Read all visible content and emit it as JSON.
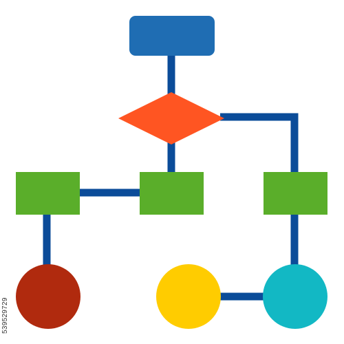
{
  "diagram": {
    "kind": "flowchart-icon",
    "colors": {
      "connector": "#0b4c99",
      "start_box": "#1f6db3",
      "decision": "#ff5522",
      "process_boxes": "#5aae2a",
      "end_left": "#b02a0e",
      "end_middle": "#ffcc00",
      "end_right": "#12b8c4",
      "background": "#ffffff"
    },
    "nodes": [
      {
        "id": "start",
        "shape": "rounded-rectangle",
        "color_key": "start_box"
      },
      {
        "id": "decision",
        "shape": "diamond",
        "color_key": "decision"
      },
      {
        "id": "process-left",
        "shape": "rectangle",
        "color_key": "process_boxes"
      },
      {
        "id": "process-center",
        "shape": "rectangle",
        "color_key": "process_boxes"
      },
      {
        "id": "process-right",
        "shape": "rectangle",
        "color_key": "process_boxes"
      },
      {
        "id": "end-left",
        "shape": "circle",
        "color_key": "end_left"
      },
      {
        "id": "end-middle",
        "shape": "circle",
        "color_key": "end_middle"
      },
      {
        "id": "end-right",
        "shape": "circle",
        "color_key": "end_right"
      }
    ],
    "edges": [
      {
        "from": "start",
        "to": "decision"
      },
      {
        "from": "decision",
        "to": "process-center"
      },
      {
        "from": "decision",
        "to": "process-right"
      },
      {
        "from": "process-left",
        "to": "process-center"
      },
      {
        "from": "process-left",
        "to": "end-left"
      },
      {
        "from": "process-right",
        "to": "end-right"
      },
      {
        "from": "end-middle",
        "to": "end-right"
      }
    ]
  },
  "stock_id": "539529729"
}
